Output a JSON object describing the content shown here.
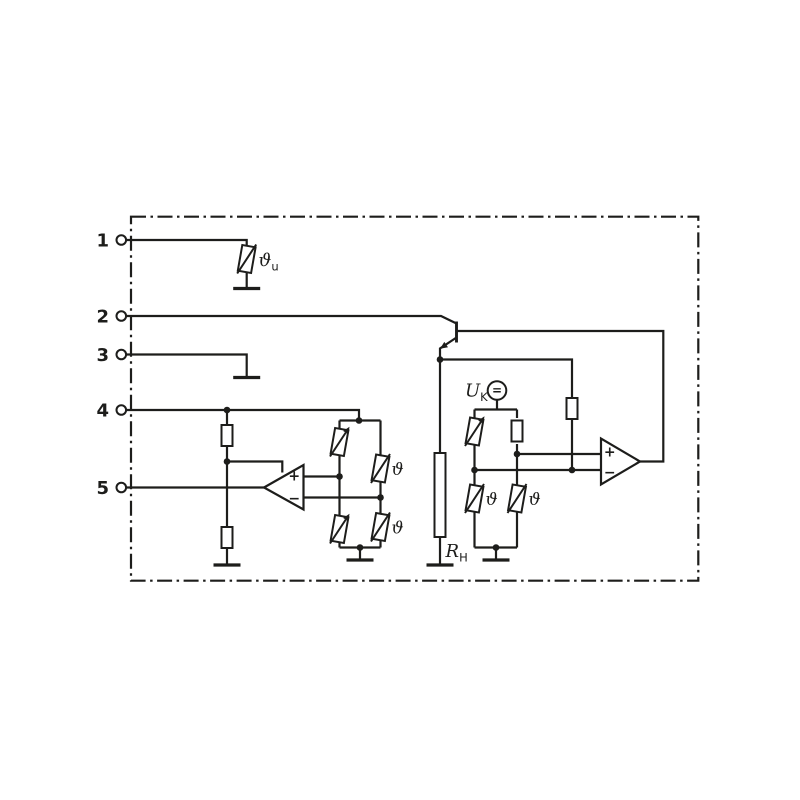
{
  "figure": {
    "kind": "circuit-schematic",
    "description": "Block/application diagram: 5 numbered terminals, dash-dot device boundary, ambient thermistor, transistor, two measuring bridges with adjustable resistors and thermistors, two operational amplifiers, DC source and heater resistor",
    "background_color": "#ffffff",
    "ink_color": "#1d1d1b",
    "terminals": [
      {
        "number": "1"
      },
      {
        "number": "2"
      },
      {
        "number": "3"
      },
      {
        "number": "4"
      },
      {
        "number": "5"
      }
    ],
    "labels": {
      "ambient_thermistor": {
        "base": "ϑ",
        "sub": "u"
      },
      "temp_resistor": "ϑ",
      "supply_voltage": {
        "base": "U",
        "sub": "K"
      },
      "heater_resistor": {
        "base": "R",
        "sub": "H"
      },
      "dc_source_symbol": "="
    },
    "opamp": {
      "plus": "+",
      "minus": "−"
    }
  }
}
